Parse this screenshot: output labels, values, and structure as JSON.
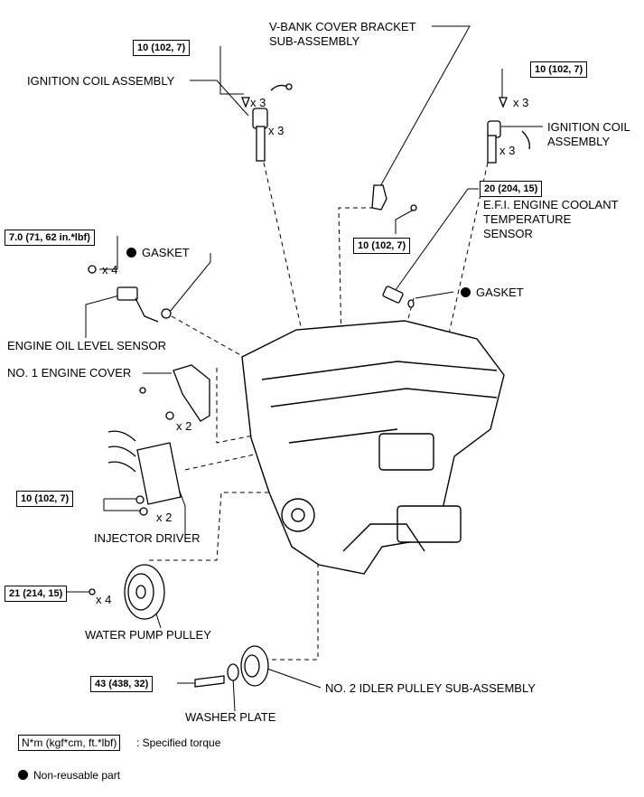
{
  "labels": {
    "vbank": "V-BANK COVER BRACKET",
    "vbank2": "SUB-ASSEMBLY",
    "ign_left": "IGNITION COIL ASSEMBLY",
    "ign_right": "IGNITION COIL",
    "ign_right2": "ASSEMBLY",
    "efi1": "E.F.I. ENGINE COOLANT",
    "efi2": "TEMPERATURE",
    "efi3": "SENSOR",
    "gasket_left": "GASKET",
    "gasket_right": "GASKET",
    "oil_level": "ENGINE OIL LEVEL SENSOR",
    "engine_cover": "NO. 1 ENGINE COVER",
    "injector": "INJECTOR DRIVER",
    "water_pump": "WATER PUMP PULLEY",
    "idler": "NO. 2 IDLER PULLEY SUB-ASSEMBLY",
    "washer": "WASHER PLATE"
  },
  "torques": {
    "t1": "10 (102, 7)",
    "t2": "10 (102, 7)",
    "t3": "10 (102, 7)",
    "t4": "20 (204, 15)",
    "t5": "7.0 (71, 62 in.*lbf)",
    "t6": "10 (102, 7)",
    "t7": "21 (214, 15)",
    "t8": "43 (438, 32)"
  },
  "quantities": {
    "q1": "x 3",
    "q2": "x 3",
    "q3": "x 3",
    "q4": "x 3",
    "q5": "x 4",
    "q6": "x 2",
    "q7": "x 2",
    "q8": "x 4"
  },
  "legend": {
    "unit": "N*m (kgf*cm, ft.*lbf)",
    "unit_desc": ": Specified torque",
    "nonreusable": "Non-reusable part"
  }
}
